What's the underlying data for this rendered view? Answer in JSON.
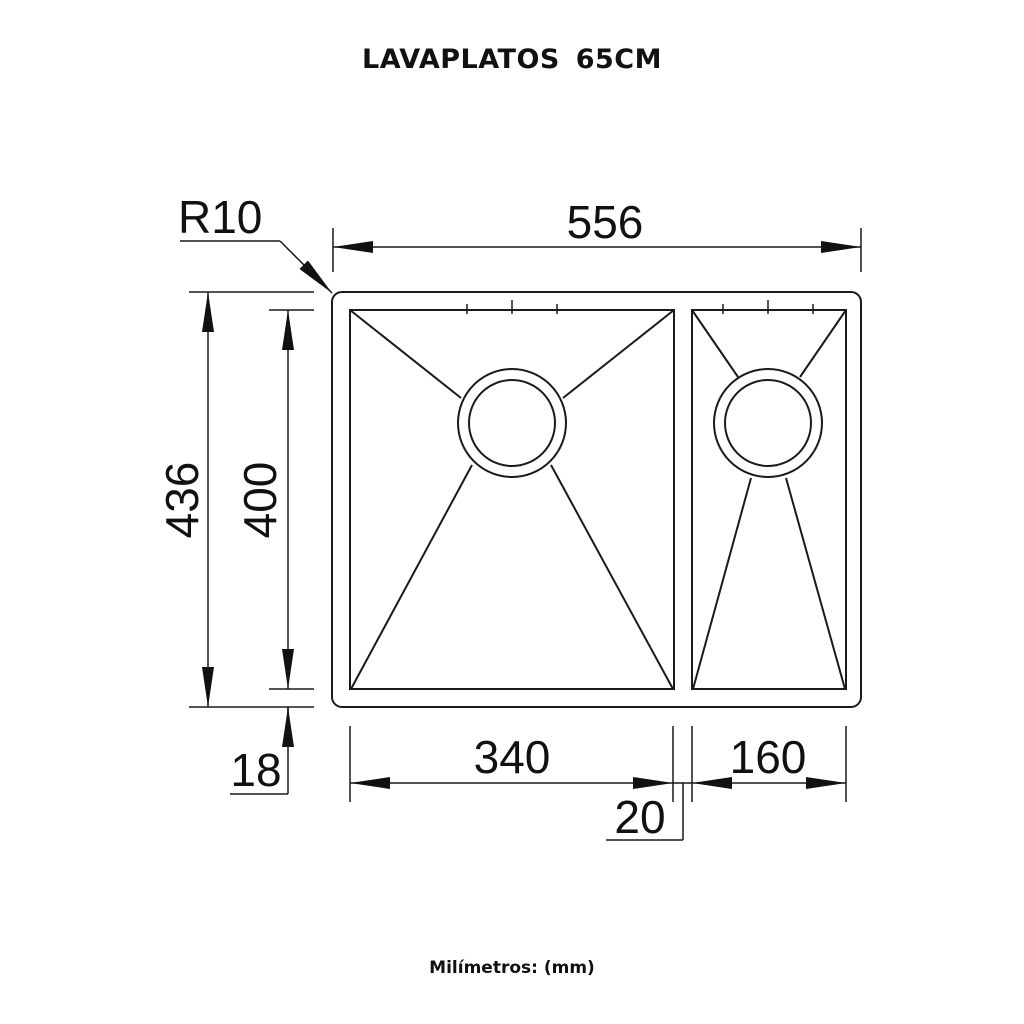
{
  "title": "LAVAPLATOS  65CM",
  "footer": "Milímetros: (mm)",
  "drawing": {
    "line_color": "#1a1a1a",
    "corner_radius_label": "R10",
    "dimensions": {
      "overall_width": "556",
      "overall_depth": "436",
      "bowl_depth": "400",
      "rim_offset": "18",
      "left_bowl_width": "340",
      "divider_width": "20",
      "right_bowl_width": "160"
    },
    "bowls": [
      {
        "name": "left-bowl",
        "width_mm": 340,
        "depth_mm": 400,
        "drain": "center-rear"
      },
      {
        "name": "right-bowl",
        "width_mm": 160,
        "depth_mm": 400,
        "drain": "center-rear"
      }
    ],
    "units": "mm"
  }
}
